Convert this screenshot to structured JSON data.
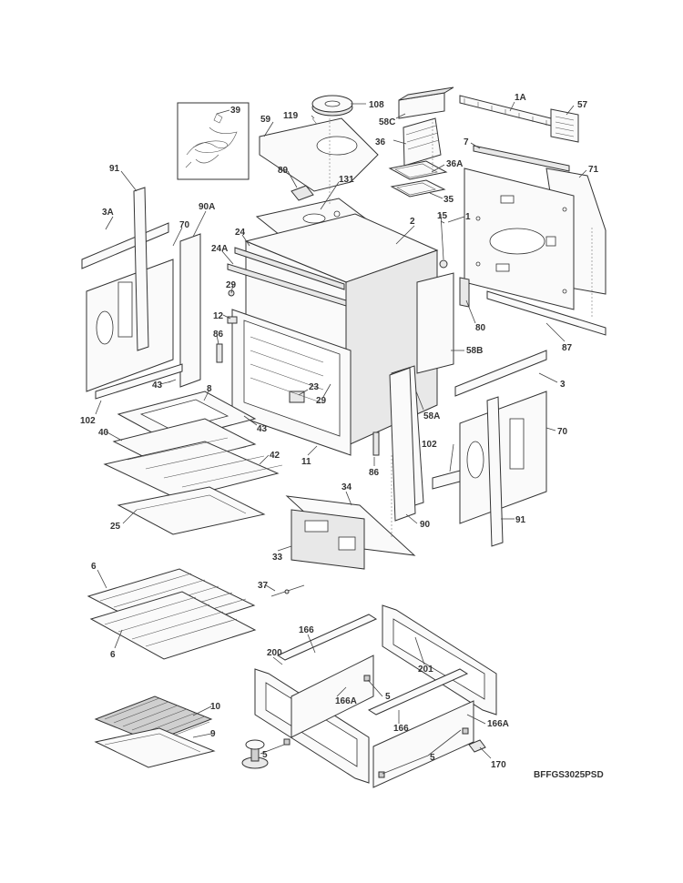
{
  "diagram_code": "BFFGS3025PSD",
  "labels": [
    "108",
    "39",
    "119",
    "59",
    "58C",
    "36",
    "1A",
    "57",
    "7",
    "71",
    "89",
    "131",
    "36A",
    "35",
    "91",
    "3A",
    "70",
    "90A",
    "24",
    "24A",
    "2",
    "15",
    "1",
    "29",
    "12",
    "86",
    "80",
    "87",
    "58B",
    "43",
    "23",
    "29",
    "3",
    "70",
    "8",
    "43",
    "40",
    "42",
    "11",
    "86",
    "102",
    "58A",
    "102",
    "91",
    "90",
    "25",
    "34",
    "33",
    "37",
    "6",
    "6",
    "166",
    "200",
    "201",
    "5",
    "166A",
    "10",
    "9",
    "5",
    "166",
    "166A",
    "5",
    "170"
  ]
}
